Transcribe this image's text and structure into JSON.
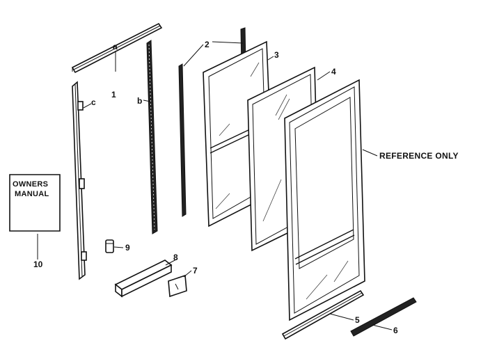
{
  "callouts": {
    "p1": "1",
    "p2": "2",
    "p3": "3",
    "p4": "4",
    "p5": "5",
    "p6": "6",
    "p7": "7",
    "p8": "8",
    "p9": "9",
    "p10": "10",
    "pa": "a",
    "pb": "b",
    "pc": "c"
  },
  "note": "REFERENCE ONLY",
  "manual": {
    "line1": "OWNERS",
    "line2": "MANUAL"
  }
}
